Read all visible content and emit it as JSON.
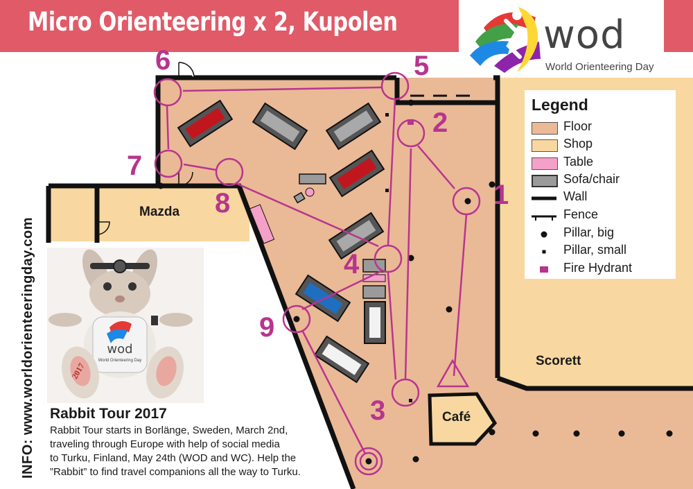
{
  "header": {
    "title": "Micro Orienteering x 2, Kupolen"
  },
  "logo": {
    "wordmark": "wod",
    "tagline": "World Orienteering Day"
  },
  "map": {
    "areas": {
      "mazda": "Mazda",
      "scorett": "Scorett",
      "cafe": "Café"
    },
    "controls": [
      "1",
      "2",
      "3",
      "4",
      "5",
      "6",
      "7",
      "8",
      "9"
    ],
    "course_color": "#b7358e",
    "floor_color": "#eab996",
    "shop_color": "#f8d8a0"
  },
  "legend": {
    "title": "Legend",
    "items": [
      {
        "label": "Floor",
        "icon": "floor-swatch",
        "color": "#eab996"
      },
      {
        "label": "Shop",
        "icon": "shop-swatch",
        "color": "#f8d8a0"
      },
      {
        "label": "Table",
        "icon": "table-swatch",
        "color": "#f4a0c8"
      },
      {
        "label": "Sofa/chair",
        "icon": "sofa-swatch",
        "color": "#9a9a9a"
      },
      {
        "label": "Wall",
        "icon": "wall-line",
        "color": "#111111"
      },
      {
        "label": "Fence",
        "icon": "fence-line",
        "color": "#111111"
      },
      {
        "label": "Pillar, big",
        "icon": "big-pillar-dot",
        "color": "#111111"
      },
      {
        "label": "Pillar, small",
        "icon": "small-pillar-square",
        "color": "#111111"
      },
      {
        "label": "Fire Hydrant",
        "icon": "fire-hydrant-rect",
        "color": "#b7358e"
      }
    ]
  },
  "sidebar": {
    "info_text": "INFO: www.worldorienteeringday.com"
  },
  "rabbit": {
    "title": "Rabbit Tour 2017",
    "lines": [
      "Rabbit Tour starts in Borlänge, Sweden, March 2nd,",
      "traveling through Europe with help of social media",
      "to Turku, Finland, May 24th (WOD and WC). Help the",
      "”Rabbit” to find travel companions all the way to Turku."
    ],
    "shirt_text": "wod",
    "shirt_tagline": "World Orienteering Day",
    "foot_text": "2017"
  }
}
